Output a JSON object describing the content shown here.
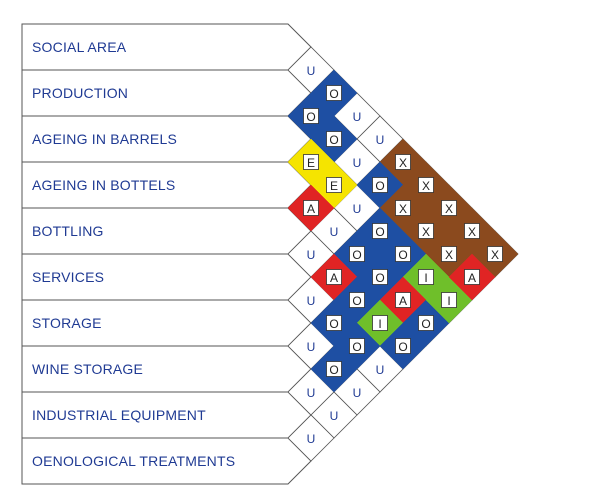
{
  "rows": [
    "SOCIAL AREA",
    "PRODUCTION",
    "AGEING IN BARRELS",
    "AGEING IN BOTTELS",
    "BOTTLING",
    "SERVICES",
    "STORAGE",
    "WINE STORAGE",
    "INDUSTRIAL EQUIPMENT",
    "OENOLOGICAL TREATMENTS"
  ],
  "colors": {
    "blue": "#1e4fa3",
    "yellow": "#f5e400",
    "red": "#e02424",
    "brown": "#8b4a1e",
    "green": "#6fbf2a",
    "grid": "#555555",
    "label": "#1f3a93"
  },
  "relations": [
    {
      "a": 0,
      "b": 1,
      "code": "U",
      "color": "white"
    },
    {
      "a": 0,
      "b": 2,
      "code": "O",
      "color": "blue"
    },
    {
      "a": 0,
      "b": 3,
      "code": "U",
      "color": "white"
    },
    {
      "a": 0,
      "b": 4,
      "code": "U",
      "color": "white"
    },
    {
      "a": 0,
      "b": 5,
      "code": "X",
      "color": "brown"
    },
    {
      "a": 0,
      "b": 6,
      "code": "X",
      "color": "brown"
    },
    {
      "a": 0,
      "b": 7,
      "code": "X",
      "color": "brown"
    },
    {
      "a": 0,
      "b": 8,
      "code": "X",
      "color": "brown"
    },
    {
      "a": 0,
      "b": 9,
      "code": "X",
      "color": "brown"
    },
    {
      "a": 1,
      "b": 2,
      "code": "O",
      "color": "blue"
    },
    {
      "a": 1,
      "b": 3,
      "code": "O",
      "color": "blue"
    },
    {
      "a": 1,
      "b": 4,
      "code": "U",
      "color": "white"
    },
    {
      "a": 1,
      "b": 5,
      "code": "O",
      "color": "blue"
    },
    {
      "a": 1,
      "b": 6,
      "code": "X",
      "color": "brown"
    },
    {
      "a": 1,
      "b": 7,
      "code": "X",
      "color": "brown"
    },
    {
      "a": 1,
      "b": 8,
      "code": "X",
      "color": "brown"
    },
    {
      "a": 2,
      "b": 3,
      "code": "E",
      "color": "yellow"
    },
    {
      "a": 2,
      "b": 4,
      "code": "E",
      "color": "yellow"
    },
    {
      "a": 2,
      "b": 5,
      "code": "U",
      "color": "white"
    },
    {
      "a": 2,
      "b": 6,
      "code": "O",
      "color": "blue"
    },
    {
      "a": 2,
      "b": 7,
      "code": "O",
      "color": "blue"
    },
    {
      "a": 2,
      "b": 8,
      "code": "I",
      "color": "green"
    },
    {
      "a": 3,
      "b": 4,
      "code": "A",
      "color": "red"
    },
    {
      "a": 3,
      "b": 5,
      "code": "U",
      "color": "white"
    },
    {
      "a": 3,
      "b": 6,
      "code": "O",
      "color": "blue"
    },
    {
      "a": 3,
      "b": 7,
      "code": "O",
      "color": "blue"
    },
    {
      "a": 3,
      "b": 8,
      "code": "A",
      "color": "red"
    },
    {
      "a": 4,
      "b": 5,
      "code": "U",
      "color": "white"
    },
    {
      "a": 4,
      "b": 6,
      "code": "A",
      "color": "red"
    },
    {
      "a": 4,
      "b": 7,
      "code": "O",
      "color": "blue"
    },
    {
      "a": 4,
      "b": 8,
      "code": "I",
      "color": "green"
    },
    {
      "a": 5,
      "b": 6,
      "code": "U",
      "color": "white"
    },
    {
      "a": 5,
      "b": 7,
      "code": "O",
      "color": "blue"
    },
    {
      "a": 5,
      "b": 8,
      "code": "O",
      "color": "blue"
    },
    {
      "a": 6,
      "b": 7,
      "code": "U",
      "color": "white"
    },
    {
      "a": 6,
      "b": 8,
      "code": "O",
      "color": "blue"
    },
    {
      "a": 7,
      "b": 8,
      "code": "U",
      "color": "white"
    },
    {
      "a": 7,
      "b": 9,
      "code": "U",
      "color": "white"
    },
    {
      "a": 6,
      "b": 9,
      "code": "U",
      "color": "white"
    },
    {
      "a": 5,
      "b": 9,
      "code": "U",
      "color": "white"
    },
    {
      "a": 4,
      "b": 9,
      "code": "O",
      "color": "blue"
    },
    {
      "a": 3,
      "b": 9,
      "code": "O",
      "color": "blue"
    },
    {
      "a": 2,
      "b": 9,
      "code": "I",
      "color": "green"
    },
    {
      "a": 1,
      "b": 9,
      "code": "A",
      "color": "red"
    },
    {
      "a": 8,
      "b": 9,
      "code": "U",
      "color": "white"
    }
  ]
}
